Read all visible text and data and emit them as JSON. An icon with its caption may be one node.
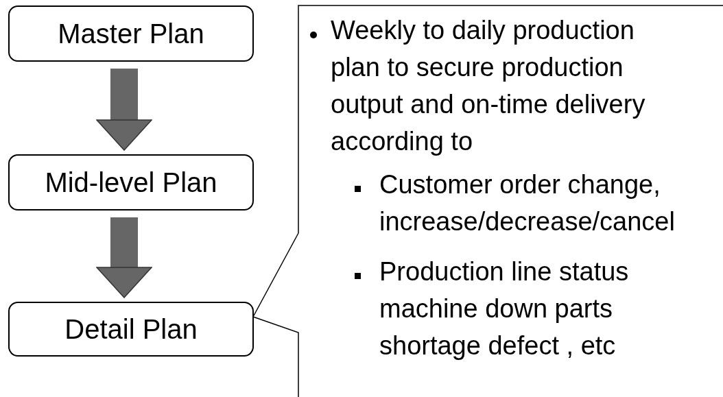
{
  "diagram": {
    "nodes": [
      {
        "text": [
          "Master Plan"
        ]
      },
      {
        "text": [
          "Mid-level Plan"
        ]
      },
      {
        "text": [
          "Detail Plan"
        ]
      },
      {
        "text": [
          "Weekly to daily production plan to secure production output and on-time delivery according to",
          "Customer order change, increase/decrease/cancel",
          "Production line status machine down parts shortage defect , etc"
        ]
      }
    ],
    "edges": [
      {
        "from": 0,
        "to": 1,
        "arrow": "to"
      },
      {
        "from": 1,
        "to": 2,
        "arrow": "to"
      },
      {
        "from": 3,
        "to": 2,
        "arrow": "none",
        "color": "#000000"
      }
    ]
  }
}
